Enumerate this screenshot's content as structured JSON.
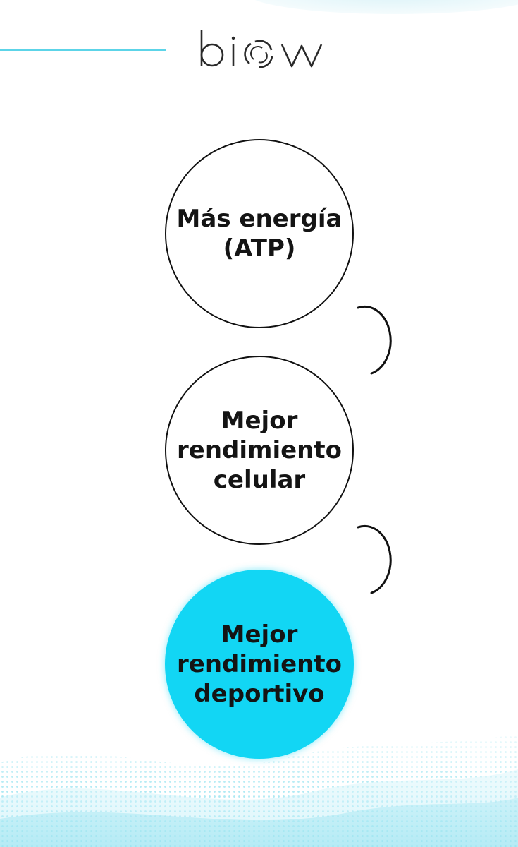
{
  "brand": {
    "logo_text": "biow",
    "accent_color": "#12d6f4",
    "line_color": "#5cd4e8"
  },
  "steps": [
    {
      "label": "Más energía (ATP)"
    },
    {
      "label": "Mejor rendimiento celular"
    },
    {
      "label": "Mejor rendimiento deportivo"
    }
  ]
}
